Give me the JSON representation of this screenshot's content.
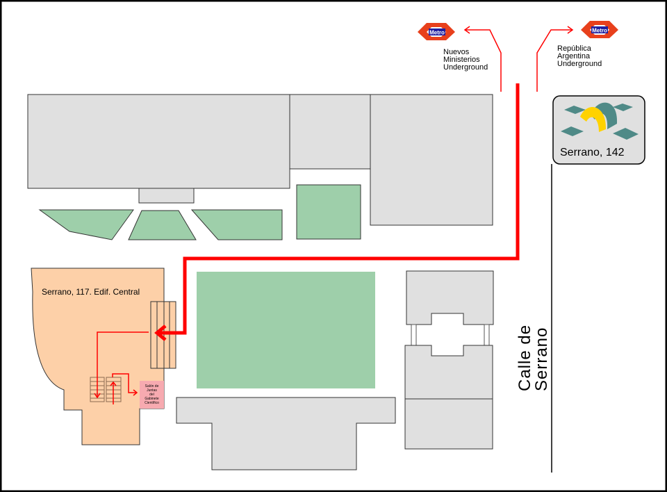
{
  "metro_stations": [
    {
      "name": "Nuevos Ministerios Underground",
      "lines": [
        "Nuevos",
        "Ministerios",
        "Underground"
      ],
      "logo_text": "Metro"
    },
    {
      "name": "República Argentina Underground",
      "lines": [
        "República",
        "Argentina",
        "Underground"
      ],
      "logo_text": "Metro"
    }
  ],
  "destination_box": {
    "label": "Serrano, 142"
  },
  "street": {
    "label": "Calle de Serrano"
  },
  "central_building": {
    "label": "Serrano, 117. Edif. Central"
  },
  "meeting_room": {
    "lines": [
      "Salón de",
      "Juntas",
      "del",
      "Gabinete",
      "Científico"
    ]
  },
  "colors": {
    "route": "#ff0000",
    "building": "#e0e0e0",
    "garden": "#9ecfaa",
    "central": "#fdd0a8",
    "room": "#f7aab0",
    "metro_red": "#e8401c",
    "metro_blue": "#2020a0",
    "logo_teal": "#4f8a87",
    "logo_yellow": "#ffd200"
  }
}
